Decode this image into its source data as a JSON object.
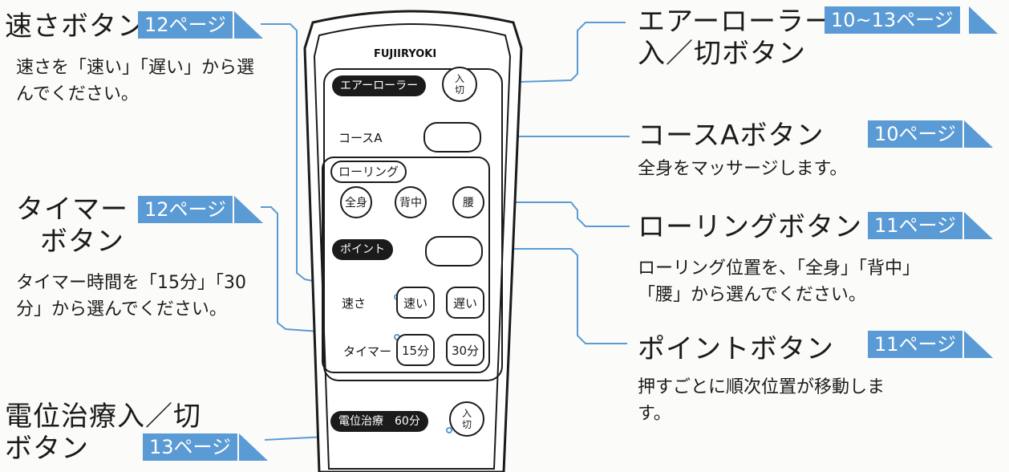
{
  "left": {
    "speed": {
      "title": "速さボタン",
      "page": "12ページ",
      "desc_1": "速さを「速い」「遅い」から選",
      "desc_2": "んでください。"
    },
    "timer": {
      "title_1": "タイマー",
      "title_2": "ボタン",
      "page": "12ページ",
      "desc_1": "タイマー時間を「15分」「30",
      "desc_2": "分」から選んでください。"
    },
    "potential": {
      "title_1": "電位治療入／切",
      "title_2": "ボタン",
      "page": "13ページ"
    }
  },
  "right": {
    "roller": {
      "title_1": "エアーローラー",
      "title_2": "入／切ボタン",
      "page": "10~13ページ"
    },
    "course_a": {
      "title": "コースAボタン",
      "page": "10ページ",
      "desc": "全身をマッサージします。"
    },
    "rolling": {
      "title": "ローリングボタン",
      "page": "11ページ",
      "desc_1": "ローリング位置を、「全身」「背中」",
      "desc_2": "「腰」から選んでください。"
    },
    "point": {
      "title": "ポイントボタン",
      "page": "11ページ",
      "desc_1": "押すごとに順次位置が移動しま",
      "desc_2": "す。"
    }
  },
  "remote": {
    "brand": "FUJIIRYOKI",
    "air_roller": "エアーローラー",
    "onoff_top": "入",
    "onoff_bottom": "切",
    "course_a": "コースA",
    "rolling": "ローリング",
    "zenshin": "全身",
    "senaka": "背中",
    "koshi": "腰",
    "point": "ポイント",
    "speed": "速さ",
    "fast": "速い",
    "slow": "遅い",
    "timer": "タイマー",
    "min15": "15分",
    "min30": "30分",
    "potential": "電位治療　60分"
  },
  "colors": {
    "tag": "#5b9bd5",
    "line": "#5b9bd5",
    "ink": "#1b1b1b"
  }
}
